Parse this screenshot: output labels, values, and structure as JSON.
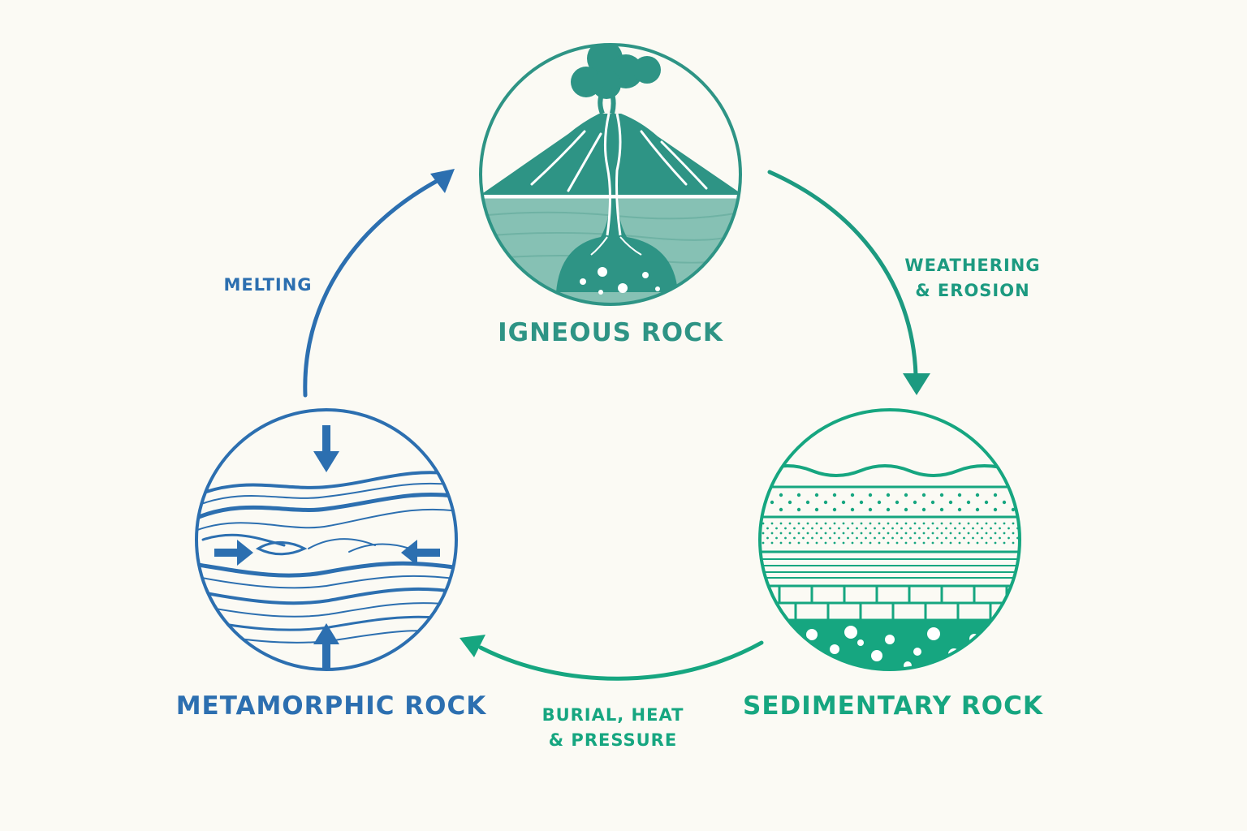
{
  "colors": {
    "igneous": "#2e9485",
    "sedimentary": "#16a680",
    "metamorphic": "#2c6fb0",
    "background": "#fbfaf4"
  },
  "nodes": {
    "igneous": {
      "label": "IGNEOUS ROCK",
      "icon": "volcano-icon"
    },
    "sedimentary": {
      "label": "SEDIMENTARY ROCK",
      "icon": "sediment-layers-icon"
    },
    "metamorphic": {
      "label": "METAMORPHIC ROCK",
      "icon": "folded-rock-layers-icon"
    }
  },
  "processes": {
    "melting": {
      "lines": [
        "MELTING"
      ]
    },
    "weathering": {
      "lines": [
        "WEATHERING",
        "& EROSION"
      ]
    },
    "burial": {
      "lines": [
        "BURIAL, HEAT",
        "& PRESSURE"
      ]
    }
  }
}
